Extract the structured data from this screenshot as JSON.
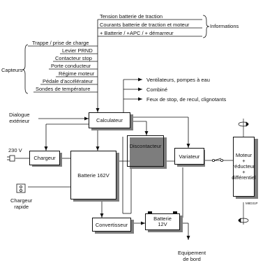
{
  "info": {
    "items": [
      "Tension batterie de traction",
      "Courants batterie de traction et moteur",
      "+ Batterie / +APC / + démarreur"
    ],
    "label": "Informations"
  },
  "sensors": {
    "items": [
      "Trappe / prise de charge",
      "Levier PRND",
      "Contacteur stop",
      "Porte conducteur",
      "Régime moteur",
      "Pédale d'accélérateur",
      "Sondes de température"
    ],
    "label": "Capteurs"
  },
  "outputs": [
    "Ventilateurs, pompes à eau",
    "Combiné",
    "Feux de stop, de recul, clignotants"
  ],
  "left": {
    "dialogue": "Dialogue\nextérieur",
    "v230": "230 V",
    "fast_charger": "Chargeur\nrapide"
  },
  "boxes": {
    "calculateur": "Calculateur",
    "chargeur": "Chargeur",
    "batterie": "Batterie 162V",
    "discontacteur": "Discontacteur",
    "variateur": "Variateur",
    "convertisseur": "Convertisseur",
    "batterie12": "Batterie\n12V",
    "moteur": "Moteur\n+\nréducteur\n+\ndifférentiel",
    "moteur_code": "M8D31P"
  },
  "equipement": "Equipement\nde bord"
}
